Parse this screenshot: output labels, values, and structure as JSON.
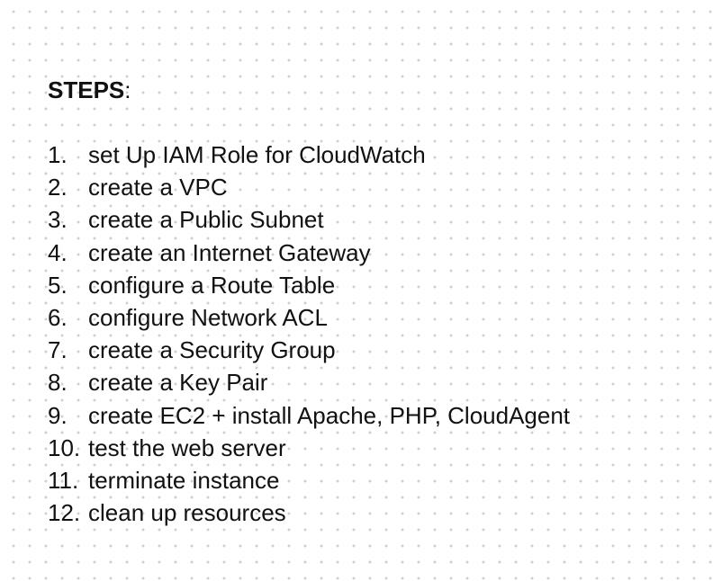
{
  "heading": {
    "label": "STEPS",
    "suffix": ":"
  },
  "steps": [
    {
      "number": "1.",
      "text": "set Up IAM Role for CloudWatch"
    },
    {
      "number": "2.",
      "text": "create a VPC"
    },
    {
      "number": "3.",
      "text": "create a Public Subnet"
    },
    {
      "number": "4.",
      "text": "create an Internet Gateway"
    },
    {
      "number": "5.",
      "text": "configure a Route Table"
    },
    {
      "number": "6.",
      "text": "configure Network ACL"
    },
    {
      "number": "7.",
      "text": "create a Security Group"
    },
    {
      "number": "8.",
      "text": "create a Key Pair"
    },
    {
      "number": "9.",
      "text": "create EC2 + install Apache, PHP, CloudAgent"
    },
    {
      "number": "10.",
      "text": "test the web server"
    },
    {
      "number": "11.",
      "text": "terminate instance"
    },
    {
      "number": "12.",
      "text": "clean up resources"
    }
  ]
}
